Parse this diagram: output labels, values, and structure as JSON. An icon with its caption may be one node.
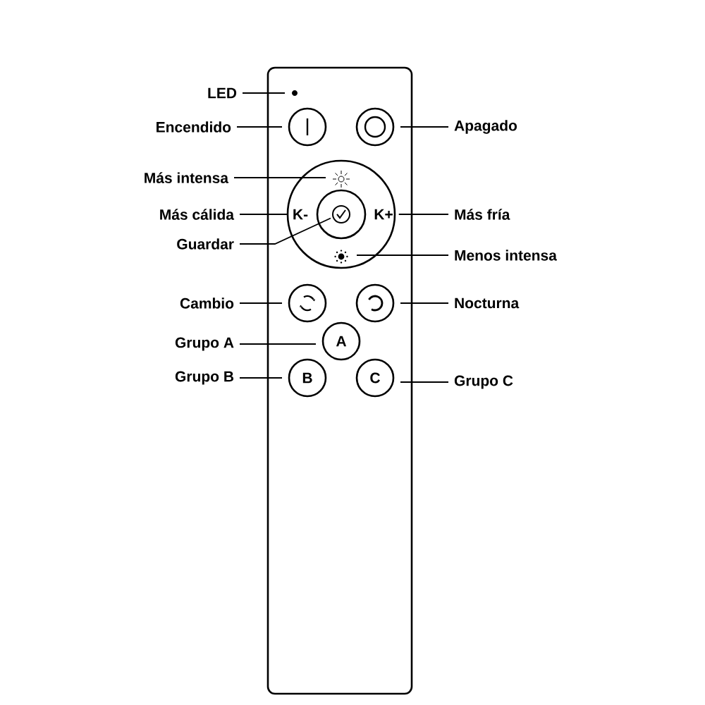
{
  "diagram": {
    "nodes": [
      {
        "text": [
          "LED"
        ]
      },
      {
        "text": [],
        "shape": "circle"
      },
      {
        "text": [
          "Encendido"
        ]
      },
      {
        "text": [],
        "shape": "circle"
      },
      {
        "text": [],
        "shape": "circle"
      },
      {
        "text": [
          "Apagado"
        ]
      },
      {
        "text": [
          "Más intensa"
        ]
      },
      {
        "text": [],
        "shape": "picture"
      },
      {
        "text": [
          "Más cálida"
        ]
      },
      {
        "text": [
          "K-"
        ]
      },
      {
        "text": [
          "K+"
        ]
      },
      {
        "text": [
          "Más fría"
        ]
      },
      {
        "text": [
          "Guardar"
        ]
      },
      {
        "text": [],
        "shape": "circle"
      },
      {
        "text": [],
        "shape": "picture"
      },
      {
        "text": [
          "Menos intensa"
        ]
      },
      {
        "text": [
          "Cambio"
        ]
      },
      {
        "text": [],
        "shape": "circle"
      },
      {
        "text": [],
        "shape": "circle"
      },
      {
        "text": [
          "Nocturna"
        ]
      },
      {
        "text": [
          "Grupo A"
        ]
      },
      {
        "text": [
          "A"
        ]
      },
      {
        "text": [
          "Grupo B"
        ]
      },
      {
        "text": [
          "B"
        ]
      },
      {
        "text": [
          "C"
        ]
      },
      {
        "text": [
          "Grupo C"
        ]
      }
    ],
    "edges": [
      {
        "from": 0,
        "to": 1,
        "arrow": "none"
      },
      {
        "from": 2,
        "to": 3,
        "arrow": "none"
      },
      {
        "from": 5,
        "to": 4,
        "arrow": "none"
      },
      {
        "from": 6,
        "to": 7,
        "arrow": "none"
      },
      {
        "from": 8,
        "to": 9,
        "arrow": "none"
      },
      {
        "from": 11,
        "to": 10,
        "arrow": "none"
      },
      {
        "from": 12,
        "to": 13,
        "arrow": "none"
      },
      {
        "from": 15,
        "to": 14,
        "arrow": "none"
      },
      {
        "from": 16,
        "to": 17,
        "arrow": "none"
      },
      {
        "from": 19,
        "to": 18,
        "arrow": "none"
      },
      {
        "from": 20,
        "to": 21,
        "arrow": "none"
      },
      {
        "from": 22,
        "to": 23,
        "arrow": "none"
      },
      {
        "from": 25,
        "to": 24,
        "arrow": "none"
      }
    ]
  }
}
